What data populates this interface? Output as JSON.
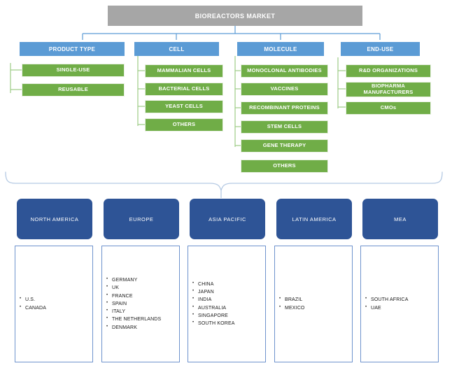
{
  "diagram": {
    "root": {
      "label": "BIOREACTORS MARKET"
    },
    "colors": {
      "root_bar": "#a6a6a6",
      "category_header": "#5b9bd5",
      "leaf_box": "#70ad47",
      "region_header": "#2e5496",
      "region_body_border": "#6e93cd",
      "connector_blue": "#5b9bd5",
      "connector_green": "#9ccb86",
      "brace": "#b4c9e3",
      "text_on_fill": "#ffffff",
      "text_body": "#1a1a1a"
    },
    "categories": [
      {
        "header": "PRODUCT TYPE",
        "items": [
          "SINGLE-USE",
          "REUSABLE"
        ]
      },
      {
        "header": "CELL",
        "items": [
          "MAMMALIAN CELLS",
          "BACTERIAL CELLS",
          "YEAST CELLS",
          "OTHERS"
        ]
      },
      {
        "header": "MOLECULE",
        "items": [
          "MONOCLONAL ANTIBODIES",
          "VACCINES",
          "RECOMBINANT PROTEINS",
          "STEM CELLS",
          "GENE THERAPY",
          "OTHERS"
        ]
      },
      {
        "header": "END-USE",
        "items": [
          "R&D ORGANIZATIONS",
          "BIOPHARMA MANUFACTURERS",
          "CMOs"
        ]
      }
    ],
    "regions": [
      {
        "header": "NORTH AMERICA",
        "countries": [
          "U.S.",
          "CANADA"
        ]
      },
      {
        "header": "EUROPE",
        "countries": [
          "GERMANY",
          "UK",
          "FRANCE",
          "SPAIN",
          "ITALY",
          "THE NETHERLANDS",
          "DENMARK"
        ]
      },
      {
        "header": "ASIA PACIFIC",
        "countries": [
          "CHINA",
          "JAPAN",
          "INDIA",
          "AUSTRALIA",
          "SINGAPORE",
          "SOUTH KOREA"
        ]
      },
      {
        "header": "LATIN AMERICA",
        "countries": [
          "BRAZIL",
          "MEXICO"
        ]
      },
      {
        "header": "MEA",
        "countries": [
          "SOUTH AFRICA",
          "UAE"
        ]
      }
    ]
  }
}
